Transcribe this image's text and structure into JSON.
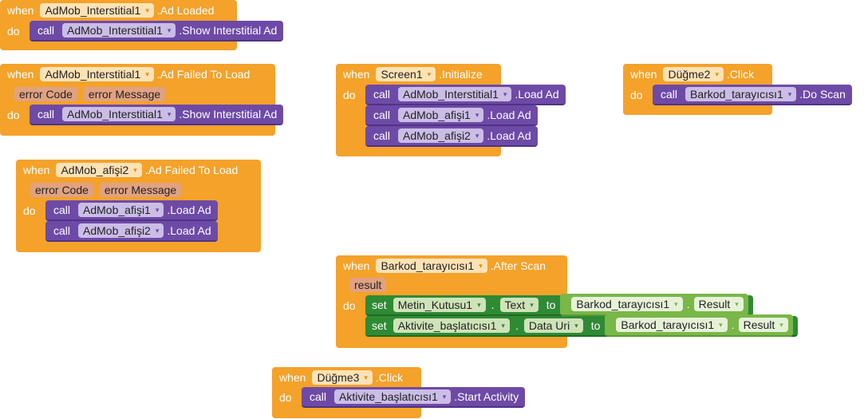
{
  "kw": {
    "when": "when",
    "do": "do",
    "call": "call",
    "set": "set",
    "to": "to"
  },
  "b1": {
    "component": "AdMob_Interstitial1",
    "event": ".Ad Loaded",
    "call_comp": "AdMob_Interstitial1",
    "method": ".Show Interstitial Ad"
  },
  "b2": {
    "component": "AdMob_Interstitial1",
    "event": ".Ad Failed To Load",
    "p1": "error Code",
    "p2": "error Message",
    "call_comp": "AdMob_Interstitial1",
    "method": ".Show Interstitial Ad"
  },
  "b3": {
    "component": "Screen1",
    "event": ".Initialize",
    "calls": [
      {
        "comp": "AdMob_Interstitial1",
        "method": ".Load Ad"
      },
      {
        "comp": "AdMob_afişi1",
        "method": ".Load Ad"
      },
      {
        "comp": "AdMob_afişi2",
        "method": ".Load Ad"
      }
    ]
  },
  "b4": {
    "component": "Düğme2",
    "event": ".Click",
    "call_comp": "Barkod_tarayıcısı1",
    "method": ".Do Scan"
  },
  "b5": {
    "component": "AdMob_afişi2",
    "event": ".Ad Failed To Load",
    "p1": "error Code",
    "p2": "error Message",
    "calls": [
      {
        "comp": "AdMob_afişi1",
        "method": ".Load Ad"
      },
      {
        "comp": "AdMob_afişi2",
        "method": ".Load Ad"
      }
    ]
  },
  "b6": {
    "component": "Barkod_tarayıcısı1",
    "event": ".After Scan",
    "p1": "result",
    "set1": {
      "comp": "Metin_Kutusu1",
      "prop": "Text",
      "get_comp": "Barkod_tarayıcısı1",
      "get_prop": "Result"
    },
    "set2": {
      "comp": "Aktivite_başlatıcısı1",
      "prop": "Data Uri",
      "get_comp": "Barkod_tarayıcısı1",
      "get_prop": "Result"
    }
  },
  "b7": {
    "component": "Düğme3",
    "event": ".Click",
    "call_comp": "Aktivite_başlatıcısı1",
    "method": ".Start Activity"
  },
  "icons": {
    "dropdown": "▾"
  },
  "colors": {
    "event": "#f4a22a",
    "call": "#6e4aa7",
    "setter": "#2f8a34",
    "getter": "#79b749"
  }
}
